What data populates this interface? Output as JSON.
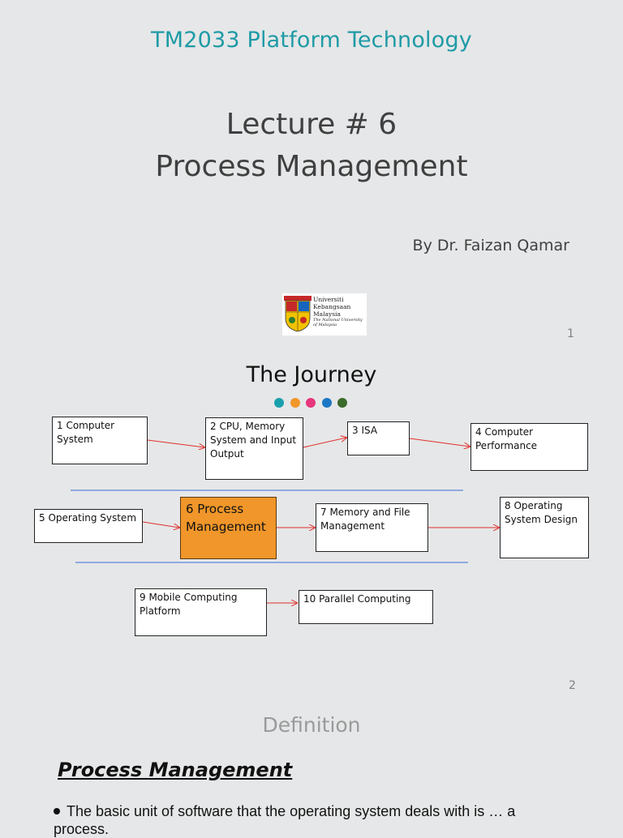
{
  "slide1": {
    "course_title": "TM2033 Platform Technology",
    "lecture_line1": "Lecture # 6",
    "lecture_line2": "Process Management",
    "author": "By Dr. Faizan Qamar",
    "logo": {
      "line1": "Universiti",
      "line2": "Kebangsaan",
      "line3": "Malaysia",
      "tagline": "The National University of Malaysia"
    },
    "page_number": "1"
  },
  "slide2": {
    "title": "The Journey",
    "dot_colors": [
      "#1aa0ad",
      "#f0962a",
      "#e6367c",
      "#1b77c4",
      "#3a6b2a"
    ],
    "boxes": {
      "b1": "1 Computer System",
      "b2": "2 CPU, Memory System and Input Output",
      "b3": "3 ISA",
      "b4": "4 Computer Performance",
      "b5": "5 Operating System",
      "b6": "6 Process Management",
      "b7": "7 Memory and File Management",
      "b8": "8 Operating System Design",
      "b9": "9 Mobile Computing Platform",
      "b10": "10 Parallel Computing"
    },
    "arrow_color": "#e0302c",
    "divider_color": "#3b6ed8",
    "page_number": "2"
  },
  "slide3": {
    "title": "Definition",
    "heading": "Process Management",
    "bullet_1": "The basic unit of software that the operating system deals with is … a process."
  }
}
